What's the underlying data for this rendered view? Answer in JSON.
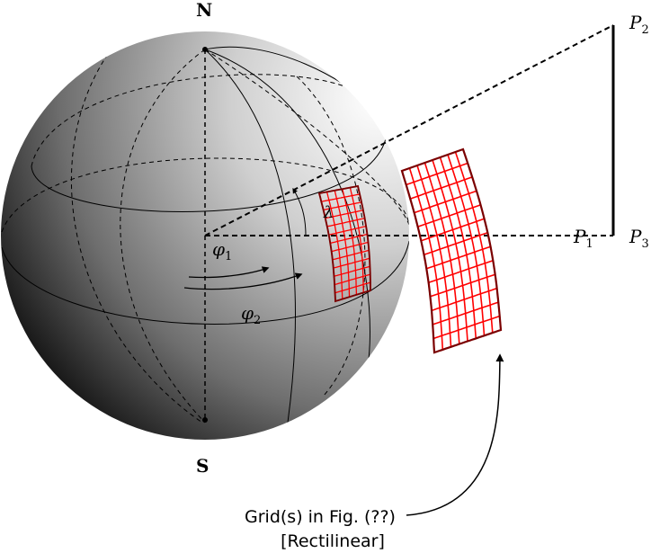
{
  "labels": {
    "north": "N",
    "south": "S",
    "phi1": "φ",
    "phi1_sub": "1",
    "phi2": "φ",
    "phi2_sub": "2",
    "lambda": "λ",
    "p1": "P",
    "p1_sub": "1",
    "p2": "P",
    "p2_sub": "2",
    "p3": "P",
    "p3_sub": "3",
    "caption_line1": "Grid(s) in Fig. (??)",
    "caption_line2": "[Rectilinear]"
  },
  "colors": {
    "grid": "#ff0000",
    "grid_outline": "#7a0000",
    "sphere_light": "#ffffff",
    "sphere_dark": "#000000"
  },
  "grids": {
    "sphere_patch": {
      "rows": 13,
      "cols": 5
    },
    "projected_patch": {
      "rows": 13,
      "cols": 8
    }
  }
}
